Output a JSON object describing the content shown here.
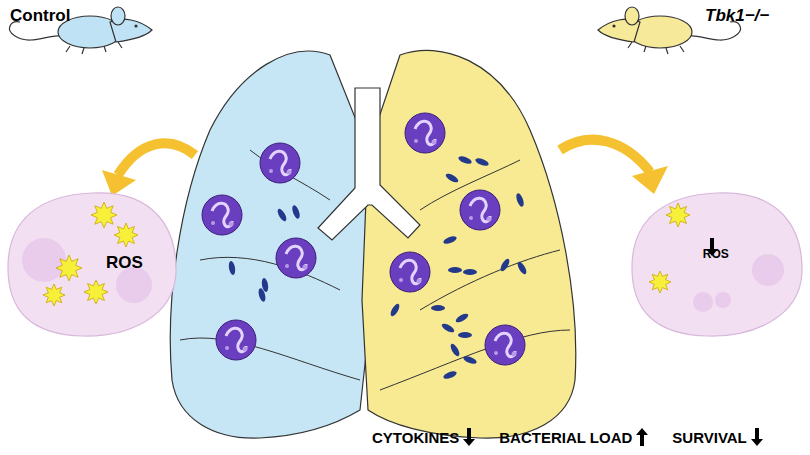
{
  "diagram": {
    "nodes": [
      {
        "text": [
          "ROS"
        ]
      },
      {
        "text": [
          "ROS"
        ]
      }
    ],
    "labels": [
      "Control",
      "Tbk1−/−",
      "CYTOKINES",
      "BACTERIAL LOAD",
      "SURVIVAL"
    ]
  }
}
